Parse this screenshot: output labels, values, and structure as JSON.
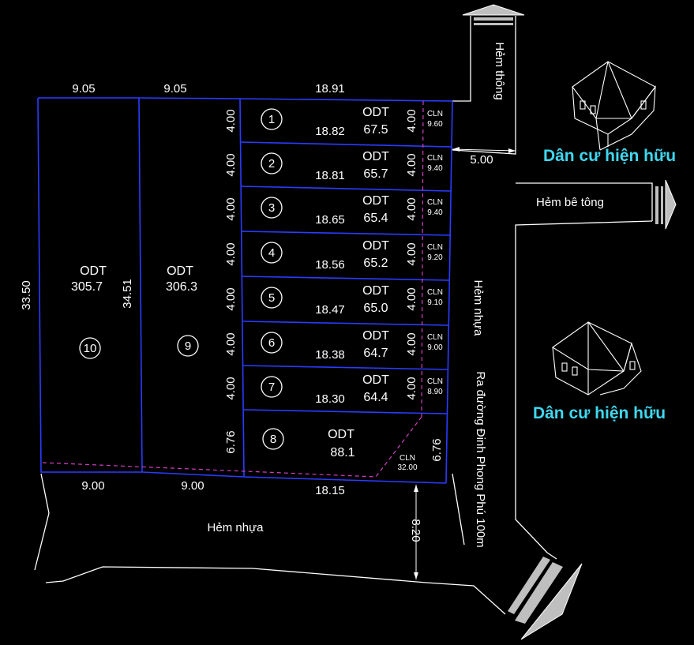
{
  "top_widths": [
    "9.05",
    "9.05",
    "18.91"
  ],
  "bottom_widths": [
    "9.00",
    "9.00",
    "18.15"
  ],
  "left_depths": [
    "33.50",
    "34.51"
  ],
  "big_lots": [
    {
      "number": "10",
      "use": "ODT",
      "area": "305.7"
    },
    {
      "number": "9",
      "use": "ODT",
      "area": "306.3"
    }
  ],
  "small_lots": [
    {
      "number": "1",
      "width": "4.00",
      "length": "18.82",
      "use": "ODT",
      "area": "67.5",
      "cln_label": "CLN",
      "cln_area": "9.60",
      "cln_width": "4.00"
    },
    {
      "number": "2",
      "width": "4.00",
      "length": "18.81",
      "use": "ODT",
      "area": "65.7",
      "cln_label": "CLN",
      "cln_area": "9.40",
      "cln_width": "4.00"
    },
    {
      "number": "3",
      "width": "4.00",
      "length": "18.65",
      "use": "ODT",
      "area": "65.4",
      "cln_label": "CLN",
      "cln_area": "9.40",
      "cln_width": "4.00"
    },
    {
      "number": "4",
      "width": "4.00",
      "length": "18.56",
      "use": "ODT",
      "area": "65.2",
      "cln_label": "CLN",
      "cln_area": "9.20",
      "cln_width": "4.00"
    },
    {
      "number": "5",
      "width": "4.00",
      "length": "18.47",
      "use": "ODT",
      "area": "65.0",
      "cln_label": "CLN",
      "cln_area": "9.10",
      "cln_width": "4.00"
    },
    {
      "number": "6",
      "width": "4.00",
      "length": "18.38",
      "use": "ODT",
      "area": "64.7",
      "cln_label": "CLN",
      "cln_area": "9.00",
      "cln_width": "4.00"
    },
    {
      "number": "7",
      "width": "4.00",
      "length": "18.30",
      "use": "ODT",
      "area": "64.4",
      "cln_label": "CLN",
      "cln_area": "8.90",
      "cln_width": "4.00"
    }
  ],
  "lot8": {
    "number": "8",
    "width": "6.76",
    "use": "ODT",
    "area": "88.1",
    "cln_label": "CLN",
    "cln_area": "32.00",
    "cln_width": "6.76"
  },
  "roads": {
    "hem_thong": "Hẻm thông",
    "hem_be_tong": "Hẻm bê tông",
    "hem_nhua_right": "Hẻm nhựa",
    "hem_nhua_bottom": "Hẻm nhựa",
    "ra_duong": "Ra đường Đinh Phong Phú 100m",
    "gap_right": "5.00",
    "gap_bottom": "8.20"
  },
  "residents": [
    "Dân cư hiện hữu",
    "Dân cư hiện hữu"
  ],
  "colors": {
    "lot_line": "#2a3cff",
    "setback_line": "#d040c0",
    "resident_label": "#3fd8f0",
    "background": "#000000"
  }
}
